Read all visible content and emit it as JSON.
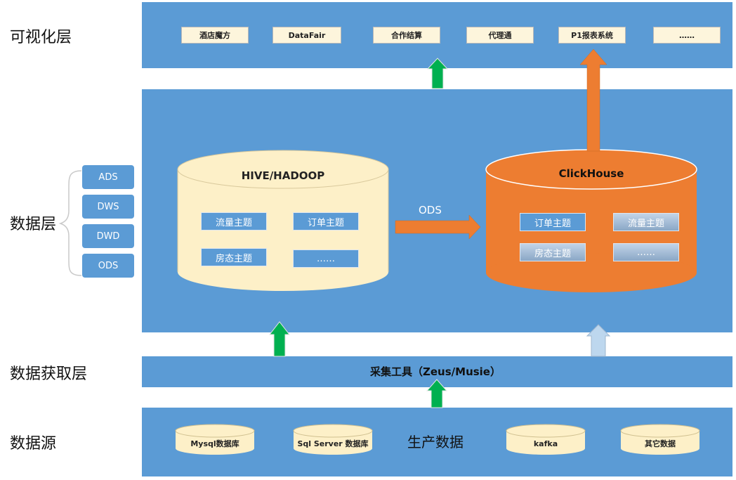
{
  "layers": {
    "visual": "可视化层",
    "data": "数据层",
    "acquire": "数据获取层",
    "source": "数据源"
  },
  "visual_items": [
    "酒店魔方",
    "DataFair",
    "合作结算",
    "代理通",
    "P1报表系统",
    "……"
  ],
  "side_items": [
    "ADS",
    "DWS",
    "DWD",
    "ODS"
  ],
  "hive": {
    "title": "HIVE/HADOOP",
    "topics": [
      "流量主题",
      "订单主题",
      "房态主题",
      "……"
    ]
  },
  "ods_label": "ODS",
  "clickhouse": {
    "title": "ClickHouse",
    "topics": [
      "订单主题",
      "流量主题",
      "房态主题",
      "……"
    ]
  },
  "acquire_label": "采集工具（Zeus/Musie）",
  "source": {
    "center_label": "生产数据",
    "items": [
      "Mysql数据库",
      "Sql Server 数据库",
      "kafka",
      "其它数据"
    ]
  },
  "colors": {
    "band": "#5b9bd5",
    "hive_fill": "#fdf0c8",
    "clickhouse_fill": "#ed7d31",
    "green_arrow": "#00b050",
    "orange_arrow": "#ed7d31",
    "light_arrow": "#bdd7ee"
  }
}
